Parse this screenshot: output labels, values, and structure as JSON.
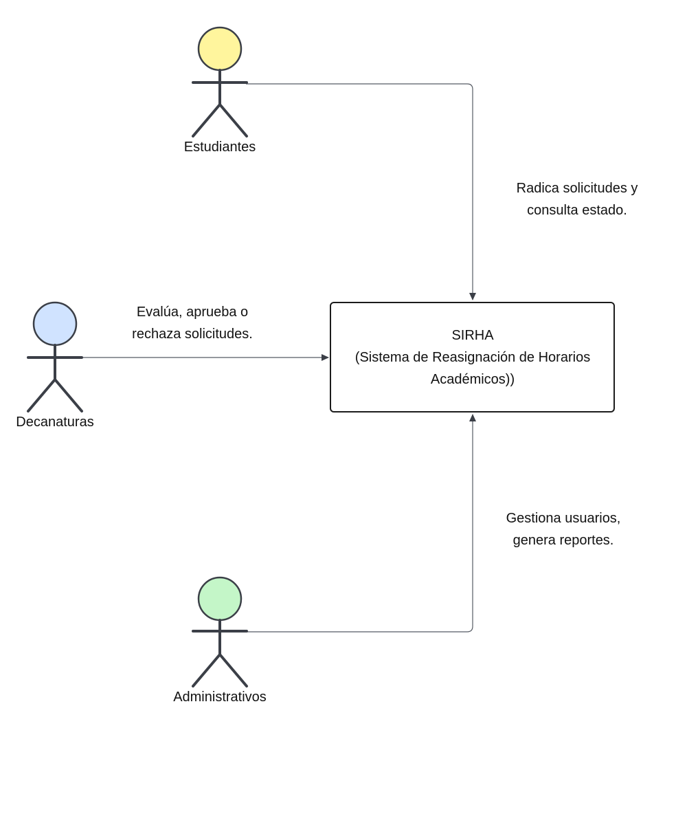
{
  "actors": [
    {
      "id": "estudiantes",
      "name": "Estudiantes",
      "icon": "stick-figure-icon",
      "color": "#FFF59D"
    },
    {
      "id": "decanaturas",
      "name": "Decanaturas",
      "icon": "stick-figure-icon",
      "color": "#D0E3FF"
    },
    {
      "id": "administrativos",
      "name": "Administrativos",
      "icon": "stick-figure-icon",
      "color": "#C4F6C8"
    }
  ],
  "system": {
    "title": "SIRHA",
    "subtitle_line1": "(Sistema de Reasignación de Horarios",
    "subtitle_line2": "Académicos))"
  },
  "flows": [
    {
      "from": "estudiantes",
      "to": "system",
      "label_line1": "Radica solicitudes y",
      "label_line2": "consulta estado."
    },
    {
      "from": "decanaturas",
      "to": "system",
      "label_line1": "Evalúa, aprueba o",
      "label_line2": "rechaza solicitudes."
    },
    {
      "from": "administrativos",
      "to": "system",
      "label_line1": "Gestiona usuarios,",
      "label_line2": "genera reportes."
    }
  ],
  "colors": {
    "stroke": "#3b3f47",
    "line": "#555a63",
    "text": "#111111"
  }
}
